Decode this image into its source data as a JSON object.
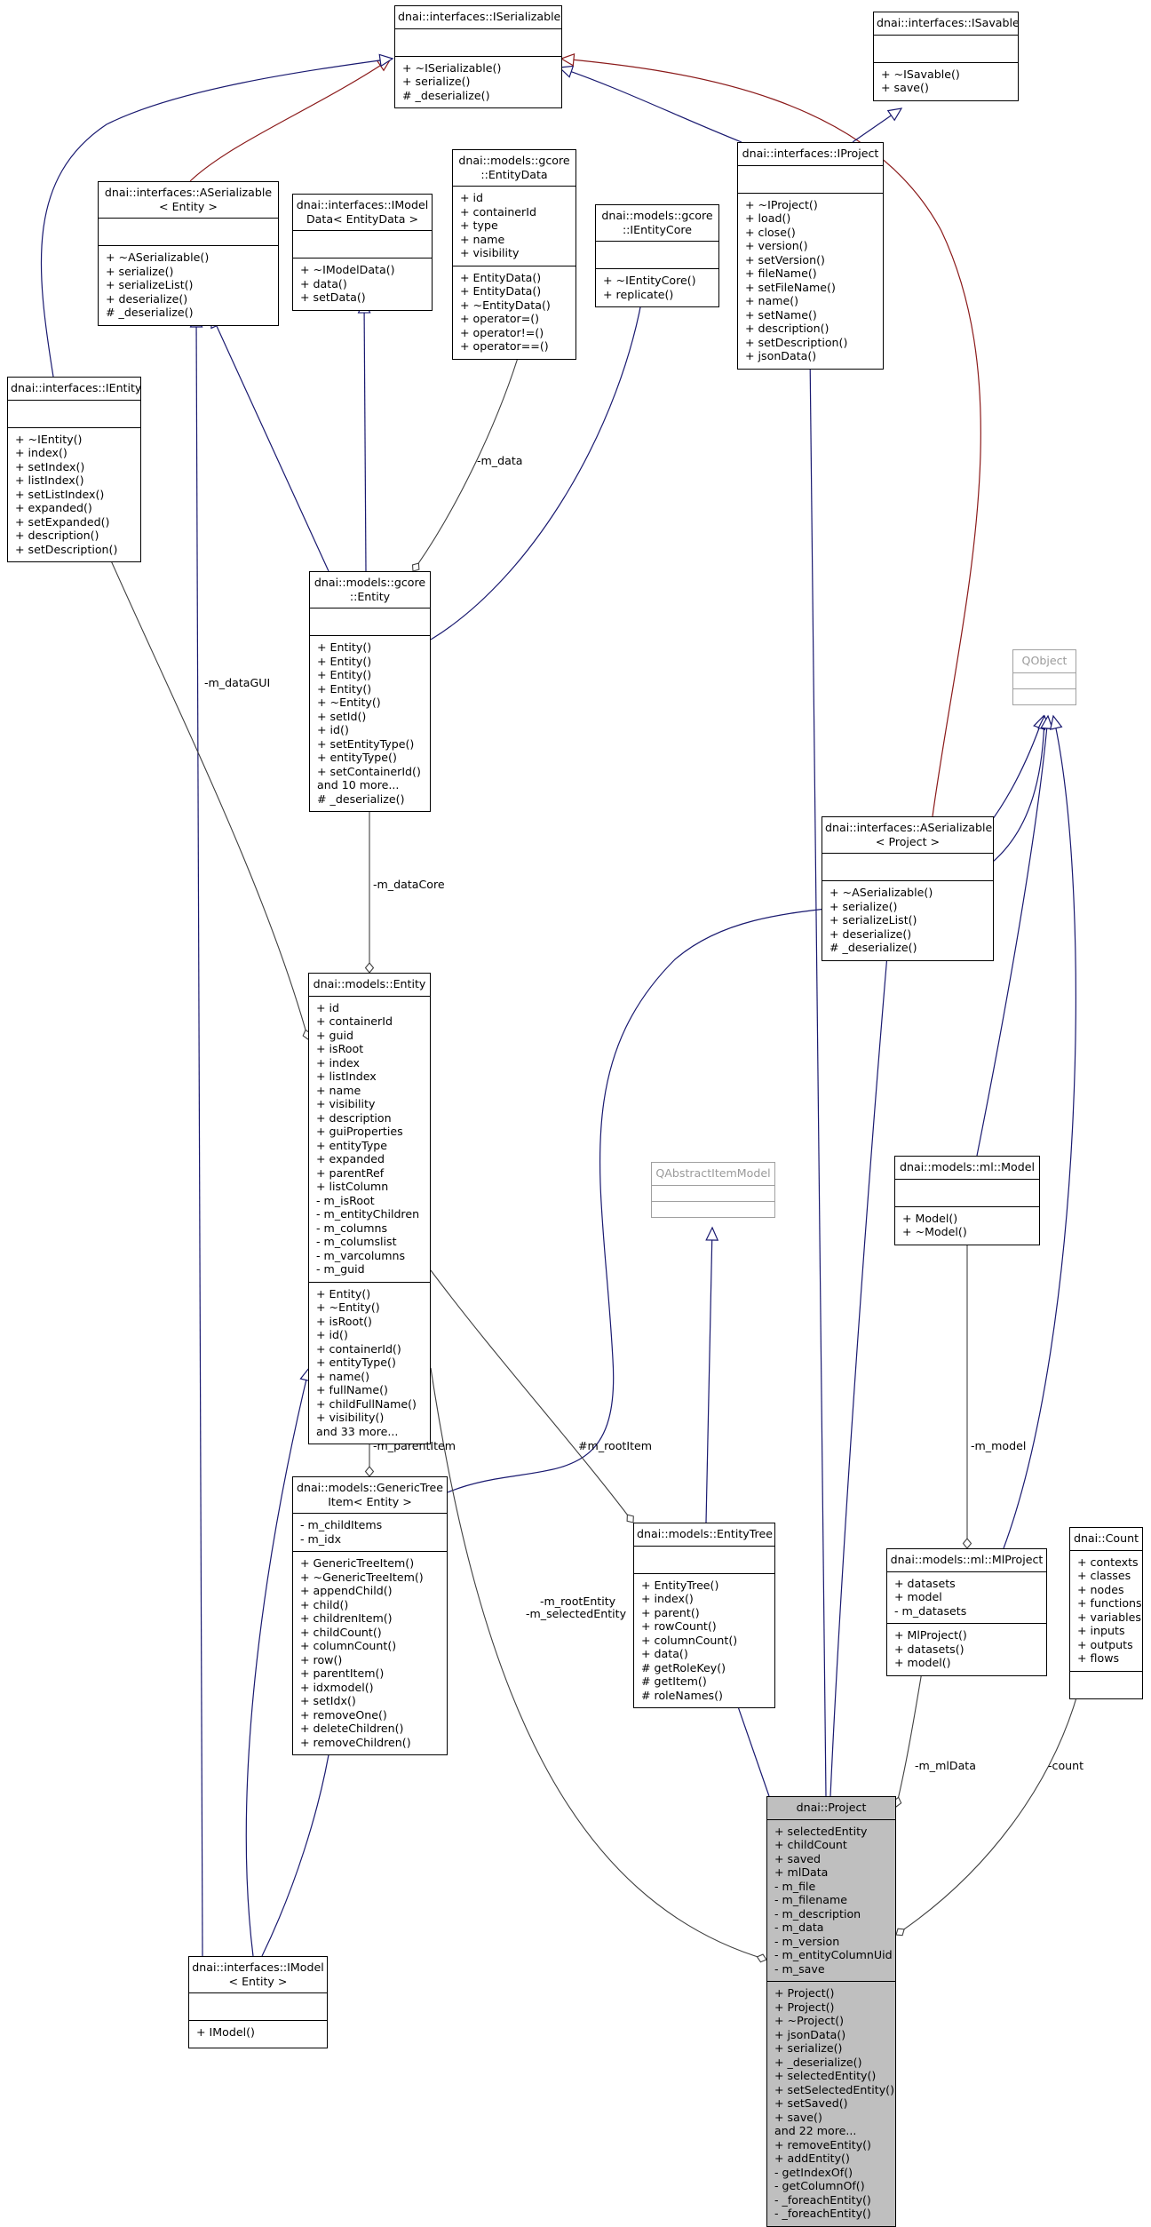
{
  "colors": {
    "inherit": "#191970",
    "template": "#8b1a1a",
    "use": "#404040",
    "highlight": "#bfbfbf"
  },
  "classes": {
    "iserializable": {
      "title": [
        "dnai::interfaces::ISerializable"
      ],
      "attrs": [],
      "methods": [
        "+ ~ISerializable()",
        "+ serialize()",
        "# _deserialize()"
      ]
    },
    "isavable": {
      "title": [
        "dnai::interfaces::ISavable"
      ],
      "attrs": [],
      "methods": [
        "+ ~ISavable()",
        "+ save()"
      ]
    },
    "aserializable_entity": {
      "title": [
        "dnai::interfaces::ASerializable",
        "< Entity >"
      ],
      "attrs": [],
      "methods": [
        "+ ~ASerializable()",
        "+ serialize()",
        "+ serializeList()",
        "+ deserialize()",
        "# _deserialize()"
      ]
    },
    "imodeldata": {
      "title": [
        "dnai::interfaces::IModel",
        "Data< EntityData >"
      ],
      "attrs": [],
      "methods": [
        "+ ~IModelData()",
        "+ data()",
        "+ setData()"
      ]
    },
    "gcore_entitydata": {
      "title": [
        "dnai::models::gcore",
        "::EntityData"
      ],
      "attrs": [
        "+ id",
        "+ containerId",
        "+ type",
        "+ name",
        "+ visibility"
      ],
      "methods": [
        "+ EntityData()",
        "+ EntityData()",
        "+ ~EntityData()",
        "+ operator=()",
        "+ operator!=()",
        "+ operator==()"
      ]
    },
    "gcore_ientitycore": {
      "title": [
        "dnai::models::gcore",
        "::IEntityCore"
      ],
      "attrs": [],
      "methods": [
        "+ ~IEntityCore()",
        "+ replicate()"
      ]
    },
    "iproject": {
      "title": [
        "dnai::interfaces::IProject"
      ],
      "attrs": [],
      "methods": [
        "+ ~IProject()",
        "+ load()",
        "+ close()",
        "+ version()",
        "+ setVersion()",
        "+ fileName()",
        "+ setFileName()",
        "+ name()",
        "+ setName()",
        "+ description()",
        "+ setDescription()",
        "+ jsonData()"
      ]
    },
    "ientity": {
      "title": [
        "dnai::interfaces::IEntity"
      ],
      "attrs": [],
      "methods": [
        "+ ~IEntity()",
        "+ index()",
        "+ setIndex()",
        "+ listIndex()",
        "+ setListIndex()",
        "+ expanded()",
        "+ setExpanded()",
        "+ description()",
        "+ setDescription()"
      ]
    },
    "gcore_entity": {
      "title": [
        "dnai::models::gcore",
        "::Entity"
      ],
      "attrs": [],
      "methods": [
        "+ Entity()",
        "+ Entity()",
        "+ Entity()",
        "+ Entity()",
        "+ ~Entity()",
        "+ setId()",
        "+ id()",
        "+ setEntityType()",
        "+ entityType()",
        "+ setContainerId()",
        "and 10 more...",
        "# _deserialize()"
      ]
    },
    "qobject": {
      "title": [
        "QObject"
      ],
      "attrs": [],
      "methods": []
    },
    "aserializable_project": {
      "title": [
        "dnai::interfaces::ASerializable",
        "< Project >"
      ],
      "attrs": [],
      "methods": [
        "+ ~ASerializable()",
        "+ serialize()",
        "+ serializeList()",
        "+ deserialize()",
        "# _deserialize()"
      ]
    },
    "models_entity": {
      "title": [
        "dnai::models::Entity"
      ],
      "attrs": [
        "+ id",
        "+ containerId",
        "+ guid",
        "+ isRoot",
        "+ index",
        "+ listIndex",
        "+ name",
        "+ visibility",
        "+ description",
        "+ guiProperties",
        "+ entityType",
        "+ expanded",
        "+ parentRef",
        "+ listColumn",
        "- m_isRoot",
        "- m_entityChildren",
        "- m_columns",
        "- m_columslist",
        "- m_varcolumns",
        "- m_guid"
      ],
      "methods": [
        "+ Entity()",
        "+ ~Entity()",
        "+ isRoot()",
        "+ id()",
        "+ containerId()",
        "+ entityType()",
        "+ name()",
        "+ fullName()",
        "+ childFullName()",
        "+ visibility()",
        "and 33 more..."
      ]
    },
    "qabstractitemmodel": {
      "title": [
        "QAbstractItemModel"
      ],
      "attrs": [],
      "methods": []
    },
    "ml_model": {
      "title": [
        "dnai::models::ml::Model"
      ],
      "attrs": [],
      "methods": [
        "+ Model()",
        "+ ~Model()"
      ]
    },
    "generictreeitem": {
      "title": [
        "dnai::models::GenericTree",
        "Item< Entity >"
      ],
      "attrs": [
        "- m_childItems",
        "- m_idx"
      ],
      "methods": [
        "+ GenericTreeItem()",
        "+ ~GenericTreeItem()",
        "+ appendChild()",
        "+ child()",
        "+ childrenItem()",
        "+ childCount()",
        "+ columnCount()",
        "+ row()",
        "+ parentItem()",
        "+ idxmodel()",
        "+ setIdx()",
        "+ removeOne()",
        "+ deleteChildren()",
        "+ removeChildren()"
      ]
    },
    "entitytree": {
      "title": [
        "dnai::models::EntityTree"
      ],
      "attrs": [],
      "methods": [
        "+ EntityTree()",
        "+ index()",
        "+ parent()",
        "+ rowCount()",
        "+ columnCount()",
        "+ data()",
        "# getRoleKey()",
        "# getItem()",
        "# roleNames()"
      ]
    },
    "mlproject": {
      "title": [
        "dnai::models::ml::MlProject"
      ],
      "attrs": [
        "+ datasets",
        "+ model",
        "- m_datasets"
      ],
      "methods": [
        "+ MlProject()",
        "+ datasets()",
        "+ model()"
      ]
    },
    "count": {
      "title": [
        "dnai::Count"
      ],
      "attrs": [
        "+ contexts",
        "+ classes",
        "+ nodes",
        "+ functions",
        "+ variables",
        "+ inputs",
        "+ outputs",
        "+ flows"
      ],
      "methods": []
    },
    "imodel": {
      "title": [
        "dnai::interfaces::IModel",
        "< Entity >"
      ],
      "attrs": [],
      "methods": [
        "+ IModel()"
      ]
    },
    "project": {
      "title": [
        "dnai::Project"
      ],
      "attrs": [
        "+ selectedEntity",
        "+ childCount",
        "+ saved",
        "+ mlData",
        "- m_file",
        "- m_filename",
        "- m_description",
        "- m_data",
        "- m_version",
        "- m_entityColumnUid",
        "- m_save"
      ],
      "methods": [
        "+ Project()",
        "+ Project()",
        "+ ~Project()",
        "+ jsonData()",
        "+ serialize()",
        "+ _deserialize()",
        "+ selectedEntity()",
        "+ setSelectedEntity()",
        "+ setSaved()",
        "+ save()",
        "and 22 more...",
        "+ removeEntity()",
        "+ addEntity()",
        "- getIndexOf()",
        "- getColumnOf()",
        "- _foreachEntity()",
        "- _foreachEntity()"
      ]
    }
  },
  "edge_labels": {
    "m_data": "-m_data",
    "m_dataGUI": "-m_dataGUI",
    "m_dataCore": "-m_dataCore",
    "m_parentItem": "-m_parentItem",
    "m_rootItem": "#m_rootItem",
    "rootEntity_selected": [
      "-m_rootEntity",
      "-m_selectedEntity"
    ],
    "m_model": "-m_model",
    "m_mlData": "-m_mlData",
    "count": "-count"
  }
}
